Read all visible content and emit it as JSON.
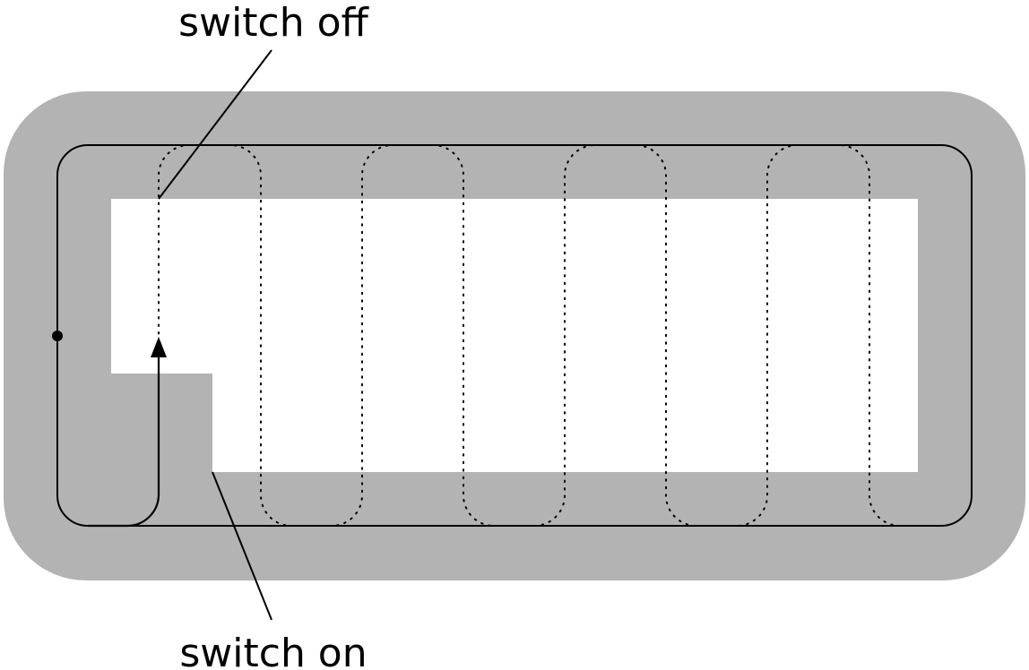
{
  "labels": {
    "switch_off": "switch off",
    "switch_on": "switch on"
  },
  "colors": {
    "boundary_band": "#b3b3b3",
    "interior": "#ffffff",
    "path": "#000000"
  },
  "path": {
    "solid_perimeter": true,
    "dotted_serpentine_passes": 8,
    "start_marker": "dot",
    "direction_marker": "arrow-up"
  }
}
